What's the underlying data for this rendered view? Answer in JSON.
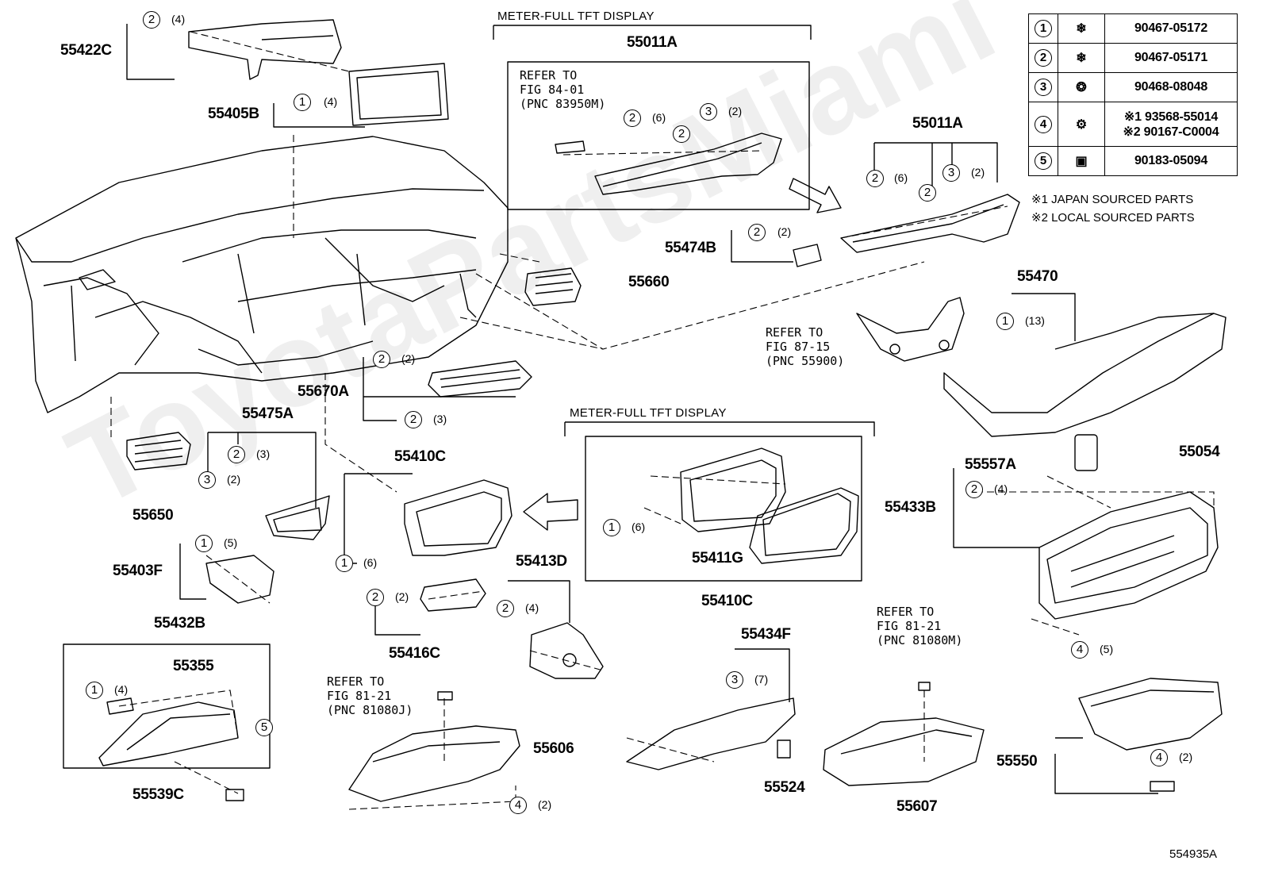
{
  "watermark": "ToyotaPartsMiami",
  "figure_code": "554935A",
  "headers": {
    "top": "METER-FULL TFT DISPLAY",
    "mid": "METER-FULL TFT DISPLAY"
  },
  "refer_notes": {
    "fig8401": "REFER TO\nFIG 84-01\n(PNC 83950M)",
    "fig8715": "REFER TO\nFIG 87-15\n(PNC 55900)",
    "fig8121a": "REFER TO\nFIG 81-21\n(PNC 81080J)",
    "fig8121b": "REFER TO\nFIG 81-21\n(PNC 81080M)"
  },
  "legend": [
    {
      "no": "1",
      "icon": "clip-icon",
      "part": "90467-05172"
    },
    {
      "no": "2",
      "icon": "clip-icon",
      "part": "90467-05171"
    },
    {
      "no": "3",
      "icon": "clip-icon",
      "part": "90468-08048"
    },
    {
      "no": "4",
      "icon": "screw-icon",
      "part": "※1 93568-55014",
      "part2": "※2 90167-C0004"
    },
    {
      "no": "5",
      "icon": "nut-icon",
      "part": "90183-05094"
    }
  ],
  "footnotes": [
    "※1 JAPAN SOURCED PARTS",
    "※2 LOCAL SOURCED PARTS"
  ],
  "parts": {
    "p55422C": "55422C",
    "p55405B": "55405B",
    "p55011A_top": "55011A",
    "p55011A_right": "55011A",
    "p55474B": "55474B",
    "p55660": "55660",
    "p55470": "55470",
    "p55670A": "55670A",
    "p55475A": "55475A",
    "p55650": "55650",
    "p55410C_left": "55410C",
    "p55411G": "55411G",
    "p55410C_bottom": "55410C",
    "p55557A": "55557A",
    "p55054": "55054",
    "p55433B": "55433B",
    "p55403F": "55403F",
    "p55413D": "55413D",
    "p55416C": "55416C",
    "p55432B": "55432B",
    "p55355": "55355",
    "p55539C": "55539C",
    "p55606": "55606",
    "p55434F": "55434F",
    "p55524": "55524",
    "p55607": "55607",
    "p55550": "55550"
  },
  "callouts": [
    {
      "id": "c1",
      "no": "2",
      "qty": "(4)"
    },
    {
      "id": "c2",
      "no": "1",
      "qty": "(4)"
    },
    {
      "id": "c3",
      "no": "2",
      "qty": "(6)"
    },
    {
      "id": "c4",
      "no": "2",
      "qty": ""
    },
    {
      "id": "c5",
      "no": "3",
      "qty": "(2)"
    },
    {
      "id": "c6",
      "no": "2",
      "qty": "(6)"
    },
    {
      "id": "c7",
      "no": "2",
      "qty": ""
    },
    {
      "id": "c8",
      "no": "3",
      "qty": "(2)"
    },
    {
      "id": "c9",
      "no": "2",
      "qty": "(2)"
    },
    {
      "id": "c10",
      "no": "1",
      "qty": "(13)"
    },
    {
      "id": "c11",
      "no": "2",
      "qty": "(2)"
    },
    {
      "id": "c12",
      "no": "2",
      "qty": "(3)"
    },
    {
      "id": "c13",
      "no": "2",
      "qty": "(3)"
    },
    {
      "id": "c14",
      "no": "3",
      "qty": "(2)"
    },
    {
      "id": "c15",
      "no": "1",
      "qty": "(6)"
    },
    {
      "id": "c16",
      "no": "1",
      "qty": "(6)"
    },
    {
      "id": "c17",
      "no": "2",
      "qty": "(4)"
    },
    {
      "id": "c18",
      "no": "1",
      "qty": "(5)"
    },
    {
      "id": "c19",
      "no": "2",
      "qty": "(2)"
    },
    {
      "id": "c20",
      "no": "2",
      "qty": "(4)"
    },
    {
      "id": "c21",
      "no": "4",
      "qty": "(5)"
    },
    {
      "id": "c22",
      "no": "1",
      "qty": "(4)"
    },
    {
      "id": "c23",
      "no": "5",
      "qty": ""
    },
    {
      "id": "c24",
      "no": "3",
      "qty": "(7)"
    },
    {
      "id": "c25",
      "no": "4",
      "qty": "(2)"
    },
    {
      "id": "c26",
      "no": "4",
      "qty": "(2)"
    }
  ]
}
